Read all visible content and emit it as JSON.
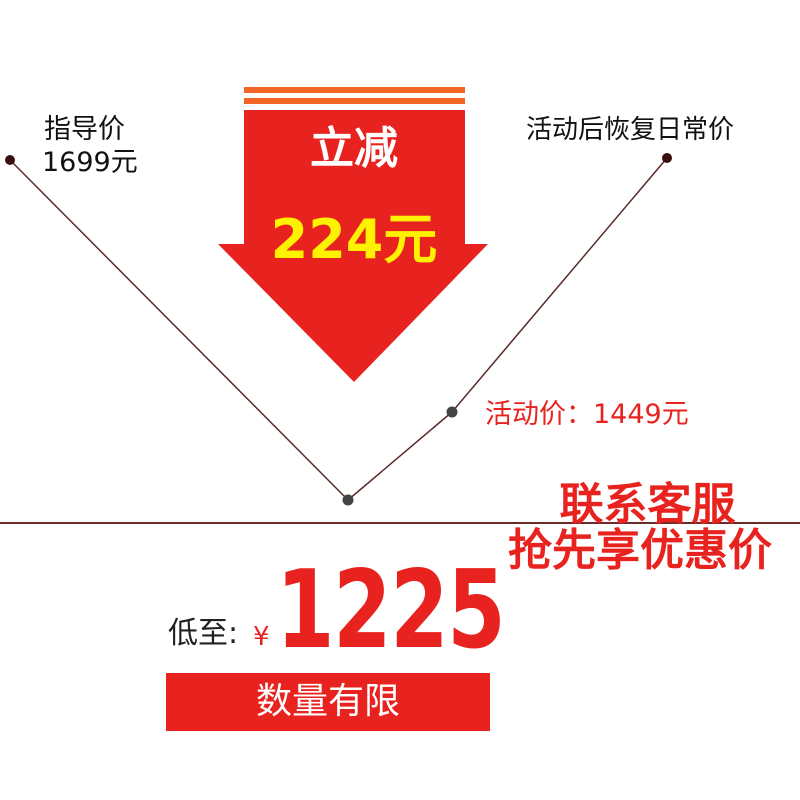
{
  "guide": {
    "label": "指导价",
    "price": "1699元"
  },
  "arrow": {
    "top_text": "立减",
    "amount_text": "224元"
  },
  "after": {
    "label": "活动后恢复日常价"
  },
  "activity": {
    "label": "活动价：1449元"
  },
  "contact": {
    "line1": "联系客服",
    "line2": "抢先享优惠价"
  },
  "low": {
    "label": "低至:",
    "currency": "¥",
    "price": "1225"
  },
  "limited": {
    "label": "数量有限"
  },
  "colors": {
    "red": "#e8231f",
    "orange_stripe": "#f26522",
    "yellow": "#fff200",
    "line": "#5a2a2a"
  }
}
